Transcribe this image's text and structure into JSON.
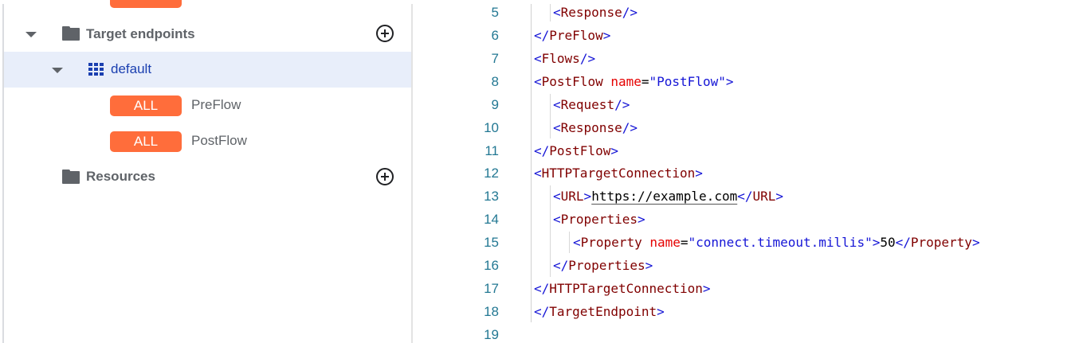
{
  "sidebar": {
    "items": [
      {
        "type": "folder",
        "label": "Target endpoints",
        "expanded": true,
        "has_add_button": true
      },
      {
        "type": "endpoint",
        "label": "default",
        "expanded": true,
        "selected": true
      },
      {
        "type": "flow",
        "badge": "ALL",
        "label": "PreFlow"
      },
      {
        "type": "flow",
        "badge": "ALL",
        "label": "PostFlow"
      },
      {
        "type": "folder",
        "label": "Resources",
        "expanded": false,
        "has_add_button": true
      }
    ]
  },
  "editor": {
    "lines": [
      {
        "number": "5",
        "text": "<Response/>",
        "indent": 2
      },
      {
        "number": "6",
        "text": "</PreFlow>",
        "indent": 1
      },
      {
        "number": "7",
        "text": "<Flows/>",
        "indent": 1
      },
      {
        "number": "8",
        "text": "<PostFlow name=\"PostFlow\">",
        "indent": 1
      },
      {
        "number": "9",
        "text": "<Request/>",
        "indent": 2
      },
      {
        "number": "10",
        "text": "<Response/>",
        "indent": 2
      },
      {
        "number": "11",
        "text": "</PostFlow>",
        "indent": 1
      },
      {
        "number": "12",
        "text": "<HTTPTargetConnection>",
        "indent": 1
      },
      {
        "number": "13",
        "text": "<URL>https://example.com</URL>",
        "indent": 2
      },
      {
        "number": "14",
        "text": "<Properties>",
        "indent": 2
      },
      {
        "number": "15",
        "text": "<Property name=\"connect.timeout.millis\">50</Property>",
        "indent": 3
      },
      {
        "number": "16",
        "text": "</Properties>",
        "indent": 2
      },
      {
        "number": "17",
        "text": "</HTTPTargetConnection>",
        "indent": 1
      },
      {
        "number": "18",
        "text": "</TargetEndpoint>",
        "indent": 0
      },
      {
        "number": "19",
        "text": "",
        "indent": 0
      }
    ],
    "tokens": {
      "l5_tag": "Response",
      "l6_tag": "PreFlow",
      "l7_tag": "Flows",
      "l8_tag": "PostFlow",
      "l8_attr": "name",
      "l8_val": "\"PostFlow\"",
      "l9_tag": "Request",
      "l10_tag": "Response",
      "l11_tag": "PostFlow",
      "l12_tag": "HTTPTargetConnection",
      "l13_tag": "URL",
      "l13_url": "https://example.com",
      "l14_tag": "Properties",
      "l15_tag": "Property",
      "l15_attr": "name",
      "l15_val": "\"connect.timeout.millis\"",
      "l15_text": "50",
      "l16_tag": "Properties",
      "l17_tag": "HTTPTargetConnection",
      "l18_tag": "TargetEndpoint"
    }
  }
}
